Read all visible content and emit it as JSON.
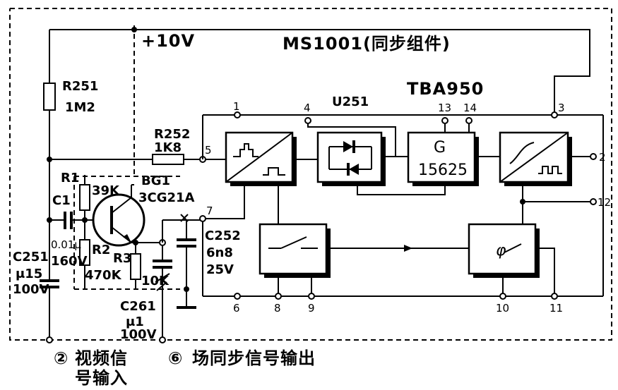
{
  "title": "MS1001(同步组件)",
  "ic_name": "TBA950",
  "ic_ref": "U251",
  "supply": "+10V",
  "pins": [
    "1",
    "2",
    "3",
    "4",
    "5",
    "6",
    "7",
    "8",
    "9",
    "10",
    "11",
    "12",
    "13",
    "14"
  ],
  "components": {
    "r251": {
      "ref": "R251",
      "value": "1M2"
    },
    "r252": {
      "ref": "R252",
      "value": "1K8"
    },
    "r1": {
      "ref": "R1",
      "value": "39K"
    },
    "r2": {
      "ref": "R2",
      "value": "470K"
    },
    "r3": {
      "ref": "R3",
      "value": "10K"
    },
    "c1": {
      "ref": "C1",
      "value": "0.01μ",
      "voltage": "160V"
    },
    "c251": {
      "ref": "C251",
      "value": "μ15",
      "voltage": "100V"
    },
    "c252": {
      "ref": "C252",
      "value": "6n8",
      "voltage": "25V"
    },
    "c261": {
      "ref": "C261",
      "value": "μ1",
      "voltage": "100V"
    },
    "bg1": {
      "ref": "BG1",
      "value": "3CG21A"
    }
  },
  "oscillator": {
    "letter": "G",
    "frequency": "15625"
  },
  "terminals": {
    "input": {
      "number": "②",
      "label_line1": "视频信",
      "label_line2": "号输入"
    },
    "output": {
      "number": "⑥",
      "label": "场同步信号输出"
    }
  }
}
